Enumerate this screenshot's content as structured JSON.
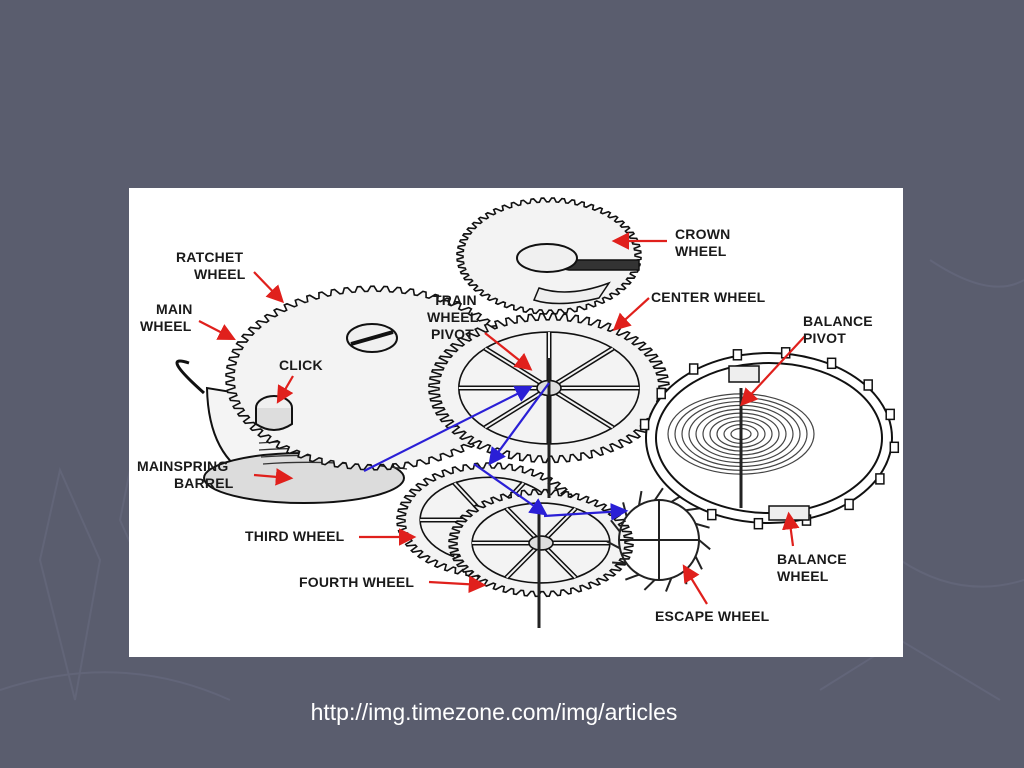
{
  "slide": {
    "background_color": "#5a5d6e",
    "source_url": "http://img.timezone.com/img/articles"
  },
  "diagram": {
    "arrow_color": "#e0201c",
    "train_line_color": "#2a1fd6",
    "labels": {
      "ratchet_wheel": [
        "RATCHET",
        "WHEEL"
      ],
      "main_wheel": [
        "MAIN",
        "WHEEL"
      ],
      "click": [
        "CLICK"
      ],
      "mainspring_barrel": [
        "MAINSPRING",
        "BARREL"
      ],
      "third_wheel": [
        "THIRD WHEEL"
      ],
      "fourth_wheel": [
        "FOURTH WHEEL"
      ],
      "train_wheel_pivot": [
        "TRAIN",
        "WHEEL",
        "PIVOT"
      ],
      "crown_wheel": [
        "CROWN",
        "WHEEL"
      ],
      "center_wheel": [
        "CENTER WHEEL"
      ],
      "balance_pivot": [
        "BALANCE",
        "PIVOT"
      ],
      "balance_wheel": [
        "BALANCE",
        "WHEEL"
      ],
      "escape_wheel": [
        "ESCAPE WHEEL"
      ]
    }
  }
}
